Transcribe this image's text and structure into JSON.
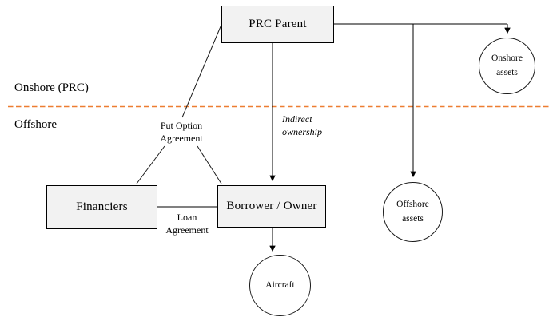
{
  "diagram": {
    "regions": {
      "onshore": "Onshore (PRC)",
      "offshore": "Offshore"
    },
    "nodes": {
      "prc_parent": "PRC Parent",
      "financiers": "Financiers",
      "borrower_owner": "Borrower / Owner",
      "onshore_assets": "Onshore assets",
      "offshore_assets": "Offshore assets",
      "aircraft": "Aircraft"
    },
    "edge_labels": {
      "put_option_agreement": "Put Option Agreement",
      "loan_agreement": "Loan Agreement",
      "indirect_ownership": "Indirect ownership"
    },
    "colors": {
      "divider_dash": "#ED7D31",
      "node_fill": "#F2F2F2",
      "line": "#000000",
      "gray_line": "#7F7F7F"
    }
  }
}
